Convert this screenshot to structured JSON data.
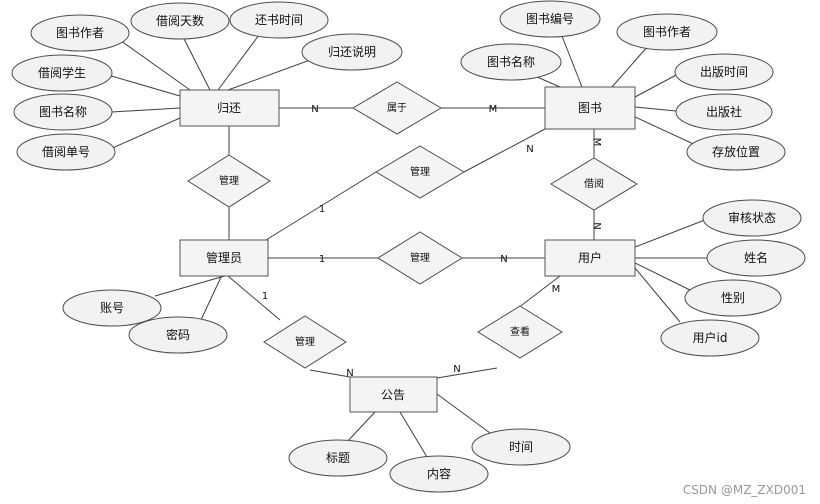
{
  "entities": {
    "return": "归还",
    "book": "图书",
    "admin": "管理员",
    "user": "用户",
    "notice": "公告"
  },
  "relationships": {
    "return_book": "属于",
    "return_admin": "管理",
    "book_admin": "管理",
    "book_user": "借阅",
    "admin_user": "管理",
    "admin_notice": "管理",
    "user_notice": "查看"
  },
  "attributes": {
    "return_author": "图书作者",
    "return_days": "借阅天数",
    "return_time": "还书时间",
    "return_note": "归还说明",
    "return_student": "借阅学生",
    "return_bookname": "图书名称",
    "return_borrowno": "借阅单号",
    "book_no": "图书编号",
    "book_author": "图书作者",
    "book_name": "图书名称",
    "book_pubtime": "出版时间",
    "book_publisher": "出版社",
    "book_location": "存放位置",
    "user_review": "审核状态",
    "user_name": "姓名",
    "user_gender": "性别",
    "user_id": "用户id",
    "admin_account": "账号",
    "admin_password": "密码",
    "notice_title": "标题",
    "notice_content": "内容",
    "notice_time": "时间"
  },
  "cardinalities": {
    "return_belongs": "N",
    "book_belongs": "M",
    "book_borrow": "M",
    "user_borrow": "N",
    "admin_book": "1",
    "book_manage": "N",
    "admin_user": "1",
    "user_manage": "N",
    "admin_notice": "1",
    "notice_manage": "N",
    "user_view": "M",
    "notice_view": "N"
  },
  "watermark": "CSDN @MZ_ZXD001"
}
